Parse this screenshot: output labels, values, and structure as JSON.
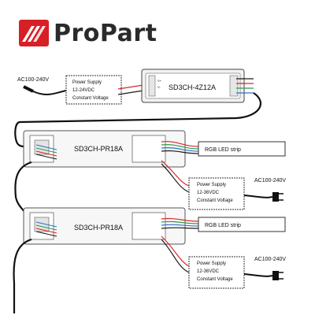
{
  "brand": {
    "name": "ProPart",
    "accent_color": "#d81f26",
    "logo_icon": "propart-logo-icon"
  },
  "diagram": {
    "ac_input_top": "AC100-240V",
    "power_supply_top": {
      "line1": "Power Supply",
      "line2": "12-24VDC",
      "line3": "Constant Voltage"
    },
    "controller": {
      "label": "SD3CH-4Z12A",
      "pin_left_1": "V+",
      "pin_left_2": "V-"
    },
    "amplifiers": [
      {
        "label": "SD3CH-PR18A"
      },
      {
        "label": "SD3CH-PR18A"
      }
    ],
    "strips": [
      {
        "label": "RGB LED strip"
      },
      {
        "label": "RGB LED strip"
      }
    ],
    "branch_supplies": [
      {
        "line1": "Power Supply",
        "line2": "12-36VDC",
        "line3": "Constant Voltage",
        "ac": "AC100-240V"
      },
      {
        "line1": "Power Supply",
        "line2": "12-36VDC",
        "line3": "Constant Voltage",
        "ac": "AC100-240V"
      }
    ],
    "wire_colors": {
      "red": "#d8262b",
      "green": "#2f9a49",
      "blue": "#2f6fc4",
      "black": "#1a1a1a"
    }
  }
}
